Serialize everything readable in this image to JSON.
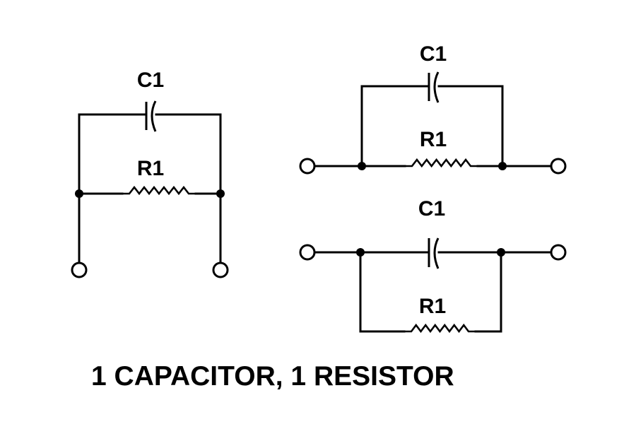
{
  "title": "1 CAPACITOR, 1 RESISTOR",
  "colors": {
    "ink": "#000000",
    "background": "#ffffff"
  },
  "circuits": [
    {
      "id": "left",
      "orientation": "vertical-terminals",
      "capacitor_label": "C1",
      "resistor_label": "R1",
      "topology": "capacitor-parallel-resistor",
      "terminals": 2,
      "junctions": 2
    },
    {
      "id": "top-right",
      "orientation": "horizontal",
      "capacitor_label": "C1",
      "resistor_label": "R1",
      "topology": "capacitor-parallel-resistor (capacitor branch above)",
      "terminals": 2,
      "junctions": 2
    },
    {
      "id": "bottom-right",
      "orientation": "horizontal",
      "capacitor_label": "C1",
      "resistor_label": "R1",
      "topology": "capacitor-parallel-resistor (resistor branch below)",
      "terminals": 2,
      "junctions": 2
    }
  ]
}
